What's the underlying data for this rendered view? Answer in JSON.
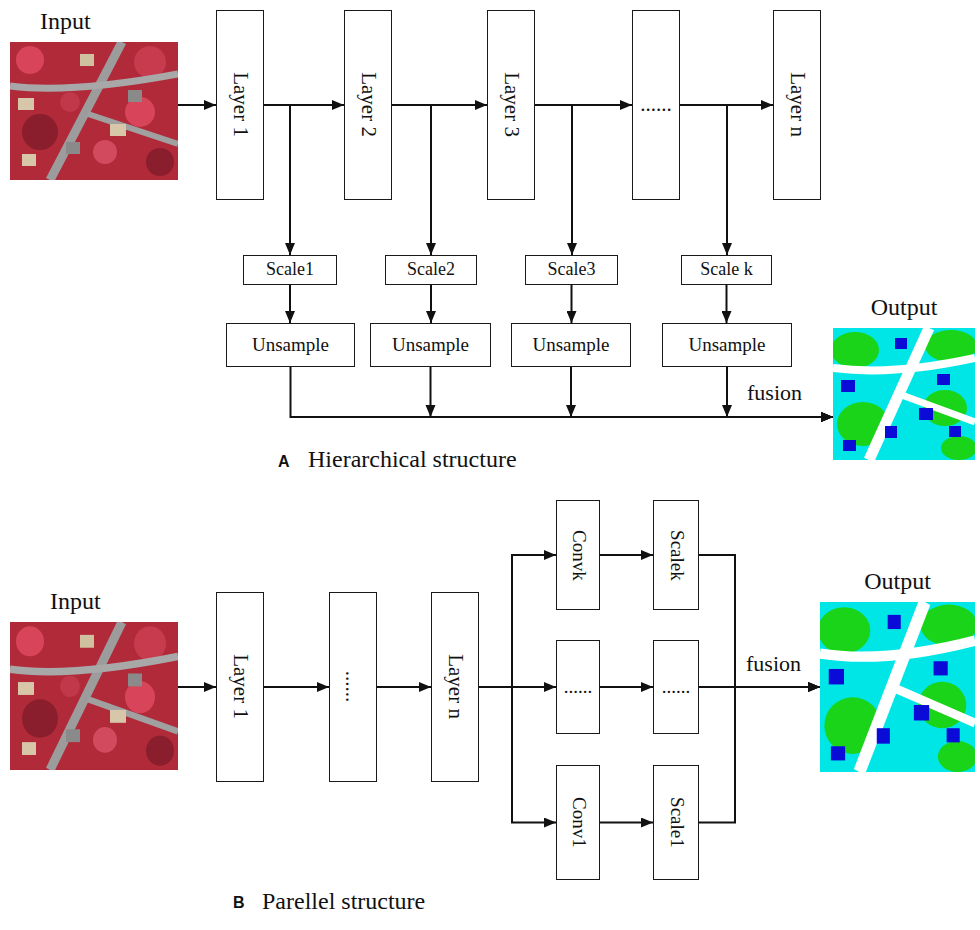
{
  "diagram": {
    "nodes": [
      {
        "text": [
          "Input"
        ]
      },
      {
        "text": [
          "Layer 1"
        ]
      },
      {
        "text": [
          "Layer 2"
        ]
      },
      {
        "text": [
          "Layer 3"
        ]
      },
      {
        "text": [
          "......"
        ]
      },
      {
        "text": [
          "Layer n"
        ]
      },
      {
        "text": [
          "Scale1"
        ]
      },
      {
        "text": [
          "Scale2"
        ]
      },
      {
        "text": [
          "Scale3"
        ]
      },
      {
        "text": [
          "Scale k"
        ]
      },
      {
        "text": [
          "Unsample"
        ]
      },
      {
        "text": [
          "Unsample"
        ]
      },
      {
        "text": [
          "Unsample"
        ]
      },
      {
        "text": [
          "Unsample"
        ]
      },
      {
        "text": [
          "Output"
        ]
      },
      {
        "text": [
          "Input"
        ]
      },
      {
        "text": [
          "Layer 1"
        ]
      },
      {
        "text": [
          "......"
        ]
      },
      {
        "text": [
          "Layer n"
        ]
      },
      {
        "text": [
          "Convk"
        ]
      },
      {
        "text": [
          "Scalek"
        ]
      },
      {
        "text": [
          "......"
        ]
      },
      {
        "text": [
          "......"
        ]
      },
      {
        "text": [
          "Conv1"
        ]
      },
      {
        "text": [
          "Scale1"
        ]
      },
      {
        "text": [
          "Output"
        ]
      }
    ],
    "edges": [
      {
        "from": 0,
        "to": 1,
        "arrow": "to"
      },
      {
        "from": 1,
        "to": 2,
        "arrow": "to"
      },
      {
        "from": 2,
        "to": 3,
        "arrow": "to"
      },
      {
        "from": 3,
        "to": 4,
        "arrow": "to"
      },
      {
        "from": 4,
        "to": 5,
        "arrow": "to"
      },
      {
        "from": 1,
        "to": 6,
        "arrow": "to"
      },
      {
        "from": 2,
        "to": 7,
        "arrow": "to"
      },
      {
        "from": 3,
        "to": 8,
        "arrow": "to"
      },
      {
        "from": 4,
        "to": 9,
        "arrow": "to"
      },
      {
        "from": 6,
        "to": 10,
        "arrow": "to"
      },
      {
        "from": 7,
        "to": 11,
        "arrow": "to"
      },
      {
        "from": 8,
        "to": 12,
        "arrow": "to"
      },
      {
        "from": 9,
        "to": 13,
        "arrow": "to"
      },
      {
        "from": 10,
        "to": 14,
        "arrow": "to"
      },
      {
        "from": 11,
        "to": 14,
        "arrow": "to"
      },
      {
        "from": 12,
        "to": 14,
        "arrow": "to"
      },
      {
        "from": 13,
        "to": 14,
        "label": "fusion",
        "arrow": "to"
      },
      {
        "from": 15,
        "to": 16,
        "arrow": "to"
      },
      {
        "from": 16,
        "to": 17,
        "arrow": "to"
      },
      {
        "from": 17,
        "to": 18,
        "arrow": "to"
      },
      {
        "from": 18,
        "to": 19,
        "arrow": "to"
      },
      {
        "from": 18,
        "to": 21,
        "arrow": "to"
      },
      {
        "from": 18,
        "to": 23,
        "arrow": "to"
      },
      {
        "from": 19,
        "to": 20,
        "arrow": "to"
      },
      {
        "from": 21,
        "to": 22,
        "arrow": "to"
      },
      {
        "from": 23,
        "to": 24,
        "arrow": "to"
      },
      {
        "from": 20,
        "to": 25,
        "arrow": "to"
      },
      {
        "from": 22,
        "to": 25,
        "label": "fusion",
        "arrow": "to"
      },
      {
        "from": 24,
        "to": 25,
        "arrow": "to"
      }
    ],
    "labels": [
      "A",
      "Hierarchical structure",
      "B",
      "Parellel structure"
    ]
  }
}
